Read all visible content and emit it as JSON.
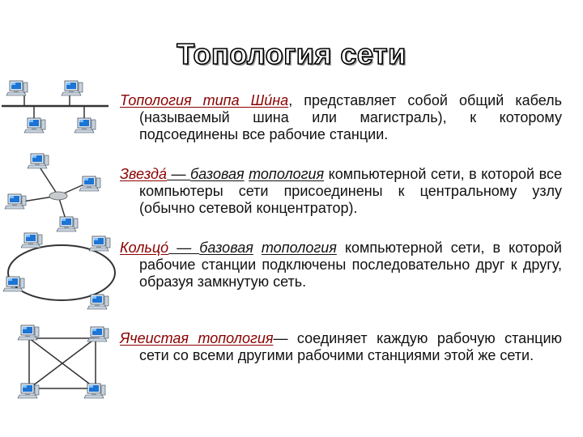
{
  "title": "Топология сети",
  "sections": [
    {
      "term": "Топология  типа  Ши́на",
      "text": ", представляет собой общий кабель (называемый шина или магистраль), к которому подсоединены все рабочие станции."
    },
    {
      "term": "Звезда́",
      "dash": " — ",
      "link1": "базовая",
      "link2": "топология",
      "text": " компьютерной сети, в которой все компьютеры сети присоединены к центральному узлу (обычно сетевой концентратор)."
    },
    {
      "term": "Кольцо́",
      "dash": " — ",
      "link1": "базовая",
      "link2": "топология",
      "text": " компьютерной сети, в которой рабочие станции подключены последовательно друг к другу, образуя замкнутую сеть."
    },
    {
      "term": "Ячеистая  топология",
      "text": "— соединяет каждую рабочую станцию сети со всеми другими рабочими станциями этой же сети."
    }
  ]
}
